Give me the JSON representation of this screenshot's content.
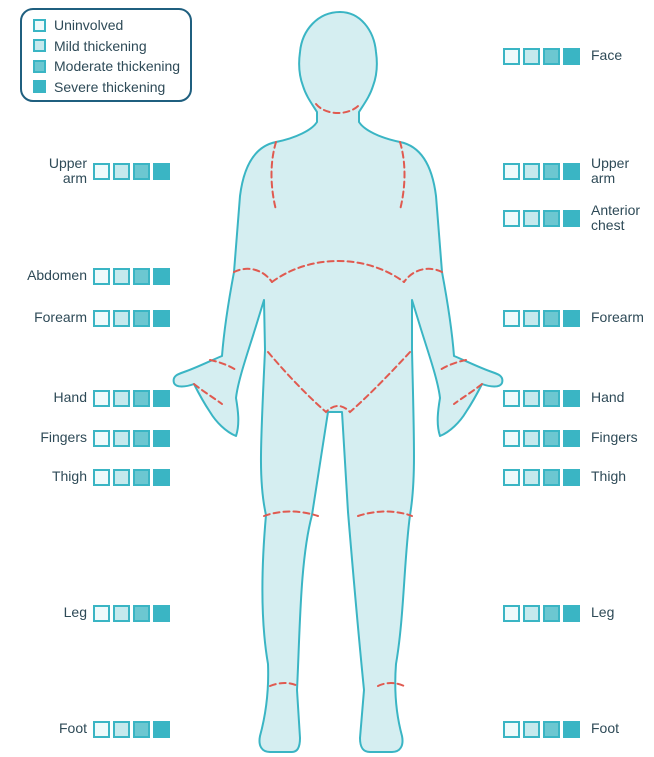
{
  "legend": {
    "items": [
      {
        "label": "Uninvolved",
        "level": 0
      },
      {
        "label": "Mild thickening",
        "level": 1
      },
      {
        "label": "Moderate thickening",
        "level": 2
      },
      {
        "label": "Severe thickening",
        "level": 3
      }
    ]
  },
  "colors": {
    "body_fill": "#d5eef1",
    "body_outline": "#3ab5c4",
    "divider": "#e05a50",
    "legend_border": "#1f5f7f",
    "level_0": "#eefafb",
    "level_1": "#c5e9ed",
    "level_2": "#6cc7d1",
    "level_3": "#3ab5c4",
    "text": "#2e4a57"
  },
  "regions_left": [
    {
      "label": "Upper\narm"
    },
    {
      "label": "Abdomen"
    },
    {
      "label": "Forearm"
    },
    {
      "label": "Hand"
    },
    {
      "label": "Fingers"
    },
    {
      "label": "Thigh"
    },
    {
      "label": "Leg"
    },
    {
      "label": "Foot"
    }
  ],
  "regions_right": [
    {
      "label": "Face"
    },
    {
      "label": "Upper\narm"
    },
    {
      "label": "Anterior\nchest"
    },
    {
      "label": "Forearm"
    },
    {
      "label": "Hand"
    },
    {
      "label": "Fingers"
    },
    {
      "label": "Thigh"
    },
    {
      "label": "Leg"
    },
    {
      "label": "Foot"
    }
  ]
}
